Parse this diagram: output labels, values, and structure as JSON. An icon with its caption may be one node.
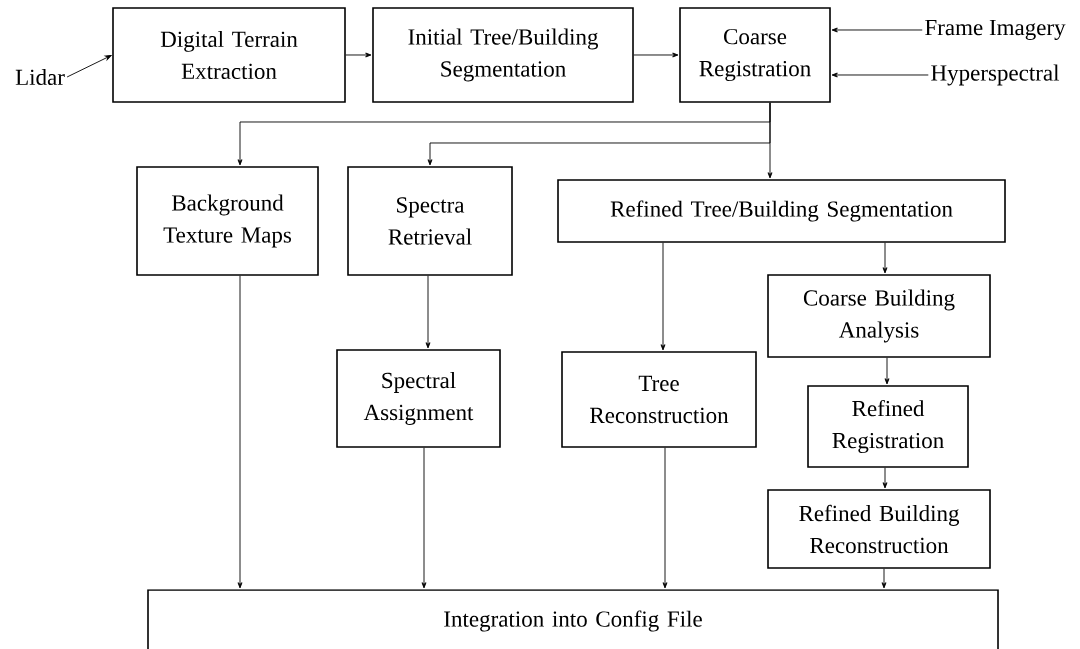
{
  "diagram": {
    "nodes": [
      {
        "text": [
          "Lidar"
        ]
      },
      {
        "text": [
          "Digital Terrain Extraction"
        ]
      },
      {
        "text": [
          "Initial Tree/Building Segmentation"
        ]
      },
      {
        "text": [
          "Coarse Registration"
        ]
      },
      {
        "text": [
          "Frame Imagery"
        ]
      },
      {
        "text": [
          "Hyperspectral"
        ]
      },
      {
        "text": [
          "Background Texture Maps"
        ]
      },
      {
        "text": [
          "Spectra Retrieval"
        ]
      },
      {
        "text": [
          "Refined Tree/Building Segmentation"
        ]
      },
      {
        "text": [
          "Coarse Building Analysis"
        ]
      },
      {
        "text": [
          "Tree Reconstruction"
        ]
      },
      {
        "text": [
          "Spectral Assignment"
        ]
      },
      {
        "text": [
          "Refined Registration"
        ]
      },
      {
        "text": [
          "Refined Building Reconstruction"
        ]
      },
      {
        "text": [
          "Integration into Config File"
        ]
      }
    ],
    "edges": [
      {
        "from": 0,
        "to": 1,
        "arrow": "to"
      },
      {
        "from": 1,
        "to": 2,
        "arrow": "to"
      },
      {
        "from": 2,
        "to": 3,
        "arrow": "to"
      },
      {
        "from": 4,
        "to": 3,
        "arrow": "to"
      },
      {
        "from": 5,
        "to": 3,
        "arrow": "to"
      },
      {
        "from": 3,
        "to": 6,
        "arrow": "to"
      },
      {
        "from": 3,
        "to": 7,
        "arrow": "to"
      },
      {
        "from": 3,
        "to": 8,
        "arrow": "to"
      },
      {
        "from": 8,
        "to": 10,
        "arrow": "to"
      },
      {
        "from": 8,
        "to": 9,
        "arrow": "to"
      },
      {
        "from": 7,
        "to": 11,
        "arrow": "to"
      },
      {
        "from": 9,
        "to": 12,
        "arrow": "to"
      },
      {
        "from": 12,
        "to": 13,
        "arrow": "to"
      },
      {
        "from": 6,
        "to": 14,
        "arrow": "to"
      },
      {
        "from": 11,
        "to": 14,
        "arrow": "to"
      },
      {
        "from": 10,
        "to": 14,
        "arrow": "to"
      },
      {
        "from": 13,
        "to": 14,
        "arrow": "to"
      }
    ]
  }
}
